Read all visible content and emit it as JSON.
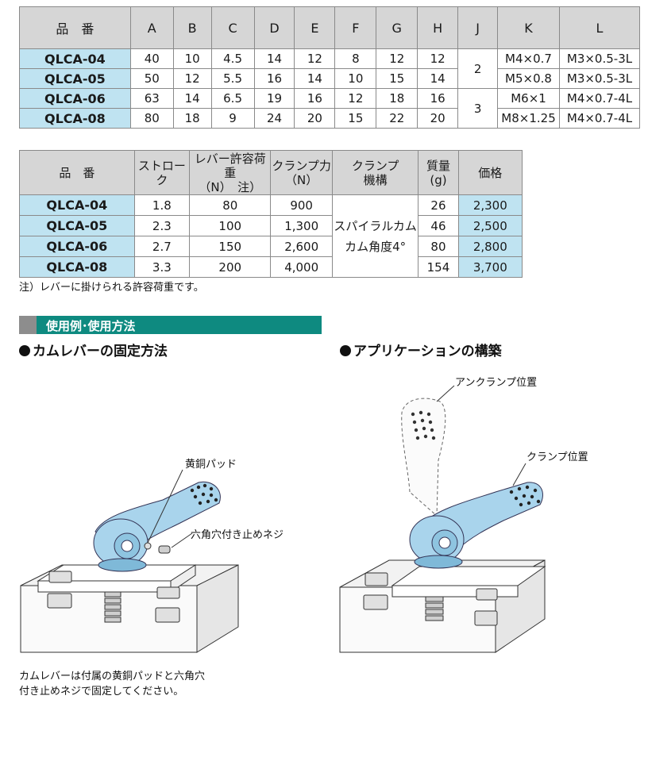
{
  "spec_table": {
    "headers": [
      "品　番",
      "A",
      "B",
      "C",
      "D",
      "E",
      "F",
      "G",
      "H",
      "J",
      "K",
      "L"
    ],
    "rows": [
      {
        "model": "QLCA-04",
        "cells": [
          "40",
          "10",
          "4.5",
          "14",
          "12",
          "8",
          "12",
          "12"
        ],
        "k": "M4×0.7",
        "l": "M3×0.5-3L"
      },
      {
        "model": "QLCA-05",
        "cells": [
          "50",
          "12",
          "5.5",
          "16",
          "14",
          "10",
          "15",
          "14"
        ],
        "k": "M5×0.8",
        "l": "M3×0.5-3L"
      },
      {
        "model": "QLCA-06",
        "cells": [
          "63",
          "14",
          "6.5",
          "19",
          "16",
          "12",
          "18",
          "16"
        ],
        "k": "M6×1",
        "l": "M4×0.7-4L"
      },
      {
        "model": "QLCA-08",
        "cells": [
          "80",
          "18",
          "9",
          "24",
          "20",
          "15",
          "22",
          "20"
        ],
        "k": "M8×1.25",
        "l": "M4×0.7-4L"
      }
    ],
    "j_values": [
      "2",
      "3"
    ]
  },
  "perf_table": {
    "headers": {
      "model": "品　番",
      "stroke": "ストローク",
      "load_line1": "レバー許容荷重",
      "load_line2": "（N）　注）",
      "force_line1": "クランプ力",
      "force_line2": "（N）",
      "mech_line1": "クランプ",
      "mech_line2": "機構",
      "mass_line1": "質量",
      "mass_line2": "(g)",
      "price": "価格"
    },
    "rows": [
      {
        "model": "QLCA-04",
        "stroke": "1.8",
        "load": "80",
        "force": "900",
        "mass": "26",
        "price": "2,300"
      },
      {
        "model": "QLCA-05",
        "stroke": "2.3",
        "load": "100",
        "force": "1,300",
        "mass": "46",
        "price": "2,500"
      },
      {
        "model": "QLCA-06",
        "stroke": "2.7",
        "load": "150",
        "force": "2,600",
        "mass": "80",
        "price": "2,800"
      },
      {
        "model": "QLCA-08",
        "stroke": "3.3",
        "load": "200",
        "force": "4,000",
        "mass": "154",
        "price": "3,700"
      }
    ],
    "mechanism_line1": "スパイラルカム",
    "mechanism_line2": "カム角度4°"
  },
  "note": "注）レバーに掛けられる許容荷重です。",
  "section_title": "使用例･使用方法",
  "left_fig": {
    "heading": "カムレバーの固定方法",
    "label_pad": "黄銅パッド",
    "label_screw": "六角穴付き止めネジ",
    "caption_line1": "カムレバーは付属の黄銅パッドと六角穴",
    "caption_line2": "付き止めネジで固定してください。"
  },
  "right_fig": {
    "heading": "アプリケーションの構築",
    "label_unclamp": "アンクランプ位置",
    "label_clamp": "クランプ位置"
  },
  "colors": {
    "model_cell": "#bfe3f1",
    "header_cell": "#d6d6d6",
    "section_bar": "#0e8a80",
    "lever": "#a9d4ec"
  }
}
